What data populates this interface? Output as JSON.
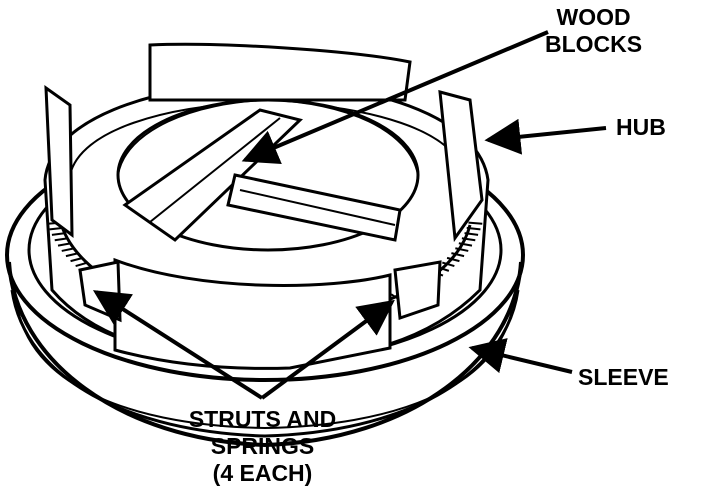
{
  "labels": {
    "wood_blocks": [
      "WOOD",
      "BLOCKS"
    ],
    "hub": "HUB",
    "sleeve": "SLEEVE",
    "struts_and_springs": [
      "STRUTS AND",
      "SPRINGS",
      "(4 EACH)"
    ]
  },
  "colors": {
    "ink": "#000000",
    "paper": "#ffffff"
  }
}
